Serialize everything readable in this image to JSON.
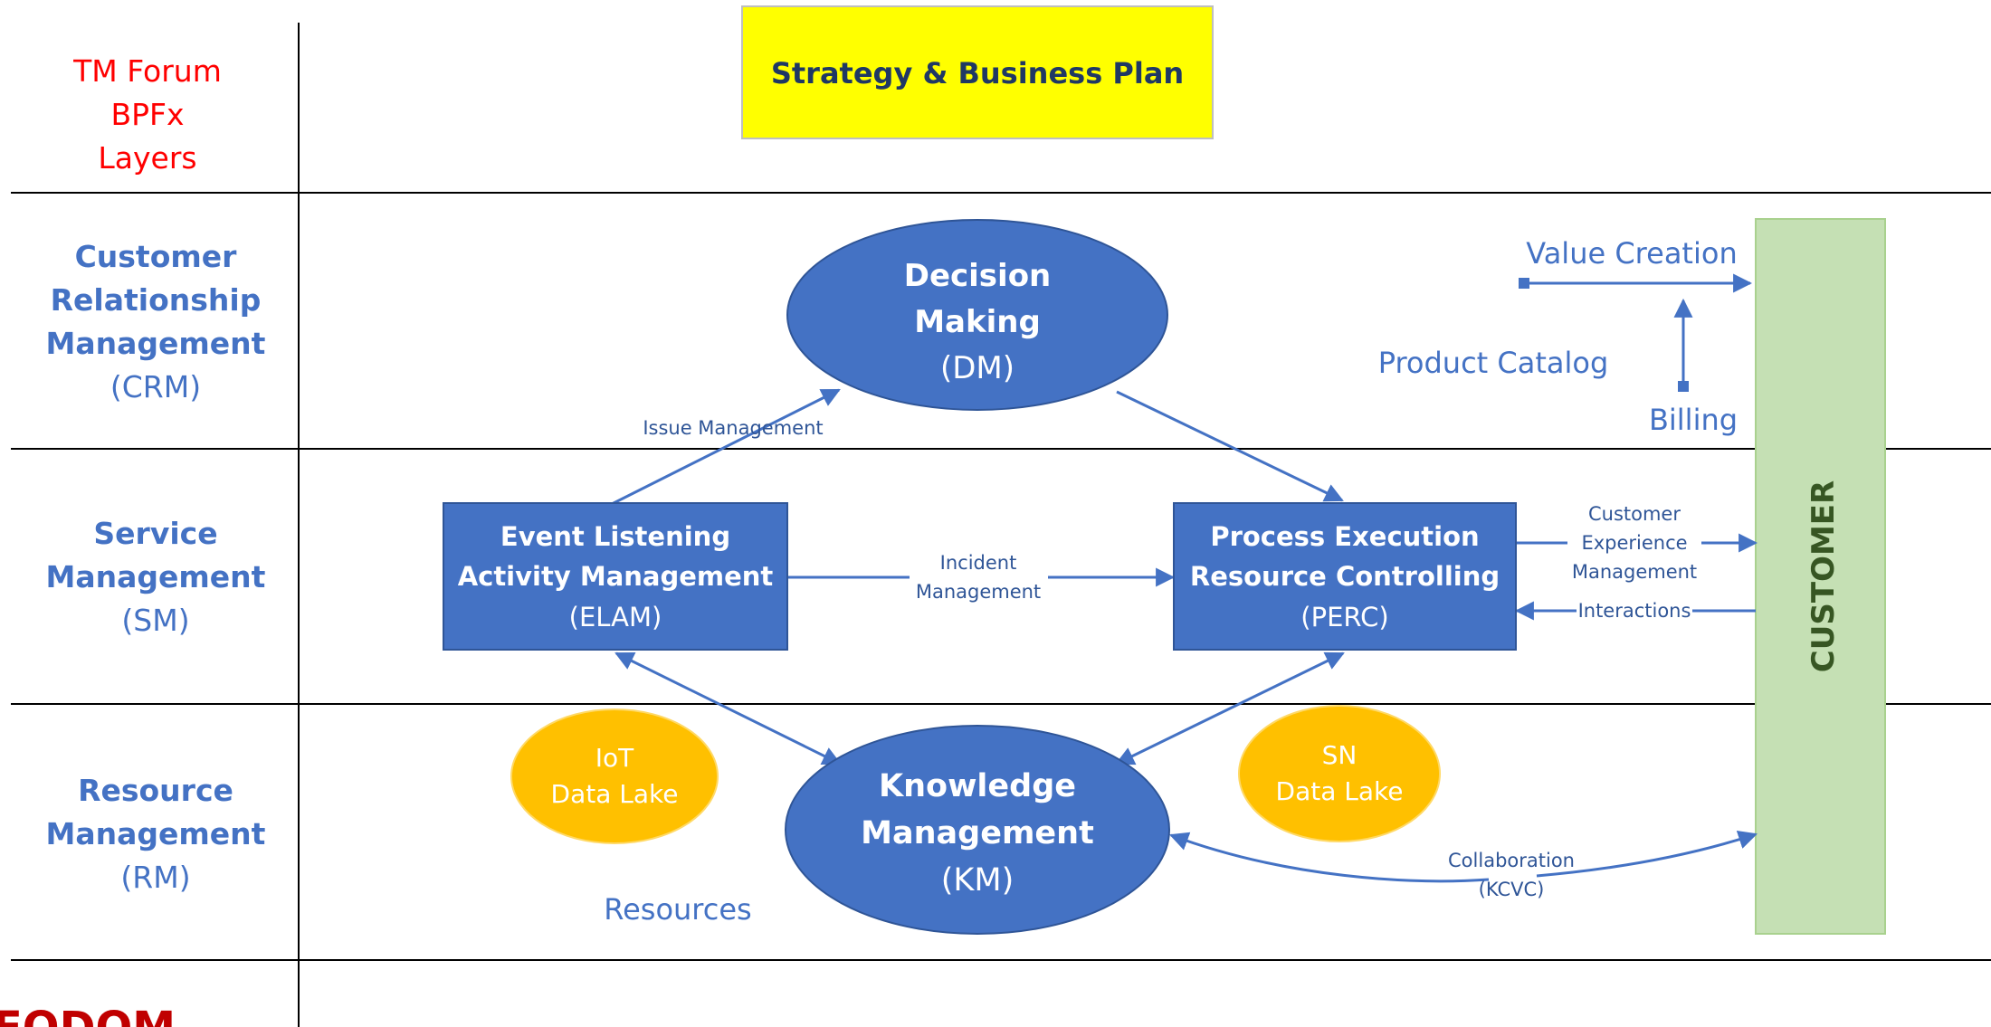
{
  "header": {
    "label_lines": [
      "TM Forum",
      "BPFx",
      "Layers"
    ],
    "strategy_box": "Strategy & Business Plan"
  },
  "layers": {
    "crm": {
      "line1": "Customer",
      "line2": "Relationship",
      "line3": "Management",
      "abbr": "(CRM)"
    },
    "sm": {
      "line1": "Service",
      "line2": "Management",
      "abbr": "(SM)"
    },
    "rm": {
      "line1": "Resource",
      "line2": "Management",
      "abbr": "(RM)"
    }
  },
  "nodes": {
    "dm": {
      "line1": "Decision",
      "line2": "Making",
      "abbr": "(DM)"
    },
    "elam": {
      "line1": "Event Listening",
      "line2": "Activity Management",
      "abbr": "(ELAM)"
    },
    "perc": {
      "line1": "Process Execution",
      "line2": "Resource Controlling",
      "abbr": "(PERC)"
    },
    "km": {
      "line1": "Knowledge",
      "line2": "Management",
      "abbr": "(KM)"
    },
    "iot": {
      "line1": "IoT",
      "line2": "Data Lake"
    },
    "sn": {
      "line1": "SN",
      "line2": "Data Lake"
    },
    "customer": "CUSTOMER"
  },
  "labels": {
    "issue_management": "Issue Management",
    "incident_line1": "Incident",
    "incident_line2": "Management",
    "value_creation": "Value Creation",
    "product_catalog": "Product Catalog",
    "billing": "Billing",
    "cem_line1": "Customer",
    "cem_line2": "Experience",
    "cem_line3": "Management",
    "interactions": "Interactions",
    "collaboration_line1": "Collaboration",
    "collaboration_line2": "(KCVC)",
    "resources": "Resources"
  },
  "footer": {
    "logo_text": "FODOM"
  },
  "colors": {
    "primary_blue": "#4472C4",
    "strategy_yellow": "#FFFF00",
    "data_lake_gold": "#FFC000",
    "customer_green": "#C5E0B4",
    "customer_text": "#375623",
    "tm_forum_red": "#FF0000",
    "logo_red": "#C00000"
  }
}
